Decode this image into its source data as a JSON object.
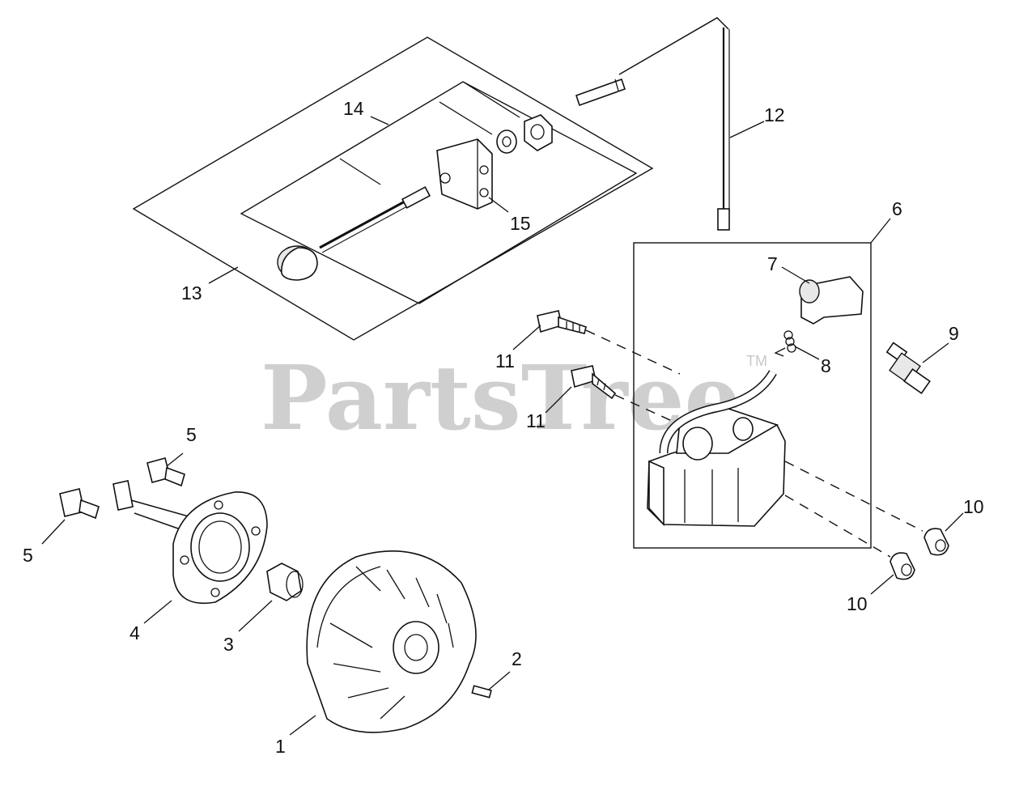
{
  "watermark": {
    "text": "PartsTree",
    "trademark": "TM"
  },
  "callouts": [
    {
      "id": "c1",
      "label": "1",
      "part": "flywheel"
    },
    {
      "id": "c2",
      "label": "2",
      "part": "key"
    },
    {
      "id": "c3",
      "label": "3",
      "part": "flange-nut"
    },
    {
      "id": "c4",
      "label": "4",
      "part": "hub-plate"
    },
    {
      "id": "c5a",
      "label": "5",
      "part": "screw"
    },
    {
      "id": "c5b",
      "label": "5",
      "part": "screw"
    },
    {
      "id": "c6",
      "label": "6",
      "part": "ignition-coil-assembly"
    },
    {
      "id": "c7",
      "label": "7",
      "part": "plug-cap"
    },
    {
      "id": "c8",
      "label": "8",
      "part": "spring"
    },
    {
      "id": "c9",
      "label": "9",
      "part": "spark-plug"
    },
    {
      "id": "c10a",
      "label": "10",
      "part": "spacer"
    },
    {
      "id": "c10b",
      "label": "10",
      "part": "spacer"
    },
    {
      "id": "c11a",
      "label": "11",
      "part": "bolt"
    },
    {
      "id": "c11b",
      "label": "11",
      "part": "bolt"
    },
    {
      "id": "c12",
      "label": "12",
      "part": "stop-wire"
    },
    {
      "id": "c13",
      "label": "13",
      "part": "stop-switch-kit"
    },
    {
      "id": "c14",
      "label": "14",
      "part": "nut-washer"
    },
    {
      "id": "c15",
      "label": "15",
      "part": "bracket"
    }
  ]
}
